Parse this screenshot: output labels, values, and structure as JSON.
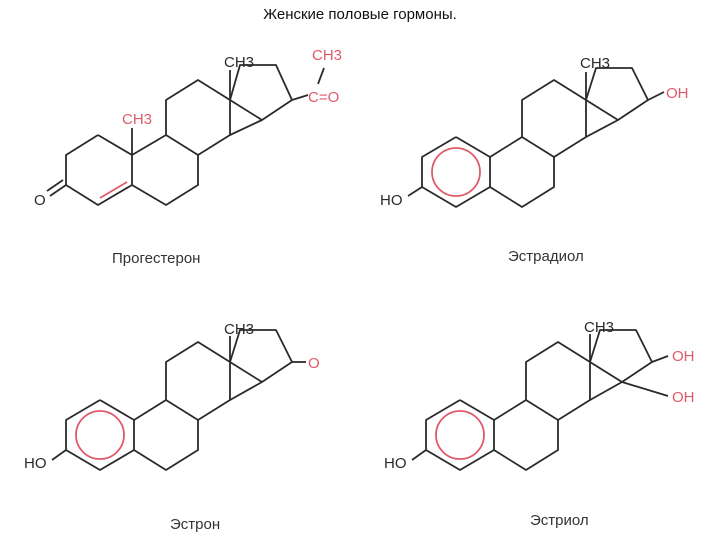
{
  "title": "Женские половые гормоны.",
  "colors": {
    "bond": "#2a2a2a",
    "accent": "#e05a6a"
  },
  "molecules": [
    {
      "name": "Прогестерон",
      "labels": {
        "methyl_top": "CH3",
        "methyl_ring": "CH3",
        "acetyl_ch3": "CH3",
        "acetyl_co": "C=O",
        "ketone_o": "O"
      }
    },
    {
      "name": "Эстрадиол",
      "labels": {
        "methyl_top": "CH3",
        "oh_17": "OH",
        "ho_3": "HO"
      }
    },
    {
      "name": "Эстрон",
      "labels": {
        "methyl_top": "CH3",
        "keto_17": "O",
        "ho_3": "HO"
      }
    },
    {
      "name": "Эстриол",
      "labels": {
        "methyl_top": "CH3",
        "oh_16": "OH",
        "oh_17": "OH",
        "ho_3": "HO"
      }
    }
  ]
}
